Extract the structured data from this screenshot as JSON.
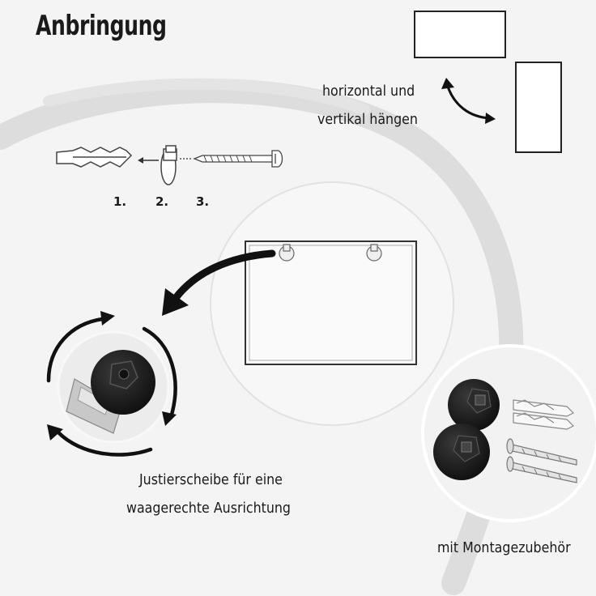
{
  "title": "Anbringung",
  "orientation": {
    "line1": "horizontal und",
    "line2": "vertikal hängen"
  },
  "steps": [
    "1.",
    "2.",
    "3."
  ],
  "adjust": {
    "line1": "Justierscheibe für eine",
    "line2": "waagerechte Ausrichtung"
  },
  "accessories": "mit Montagezubehör",
  "colors": {
    "background": "#f4f4f4",
    "swoosh": "#d6d6d6",
    "dark": "#1a1a1a"
  }
}
